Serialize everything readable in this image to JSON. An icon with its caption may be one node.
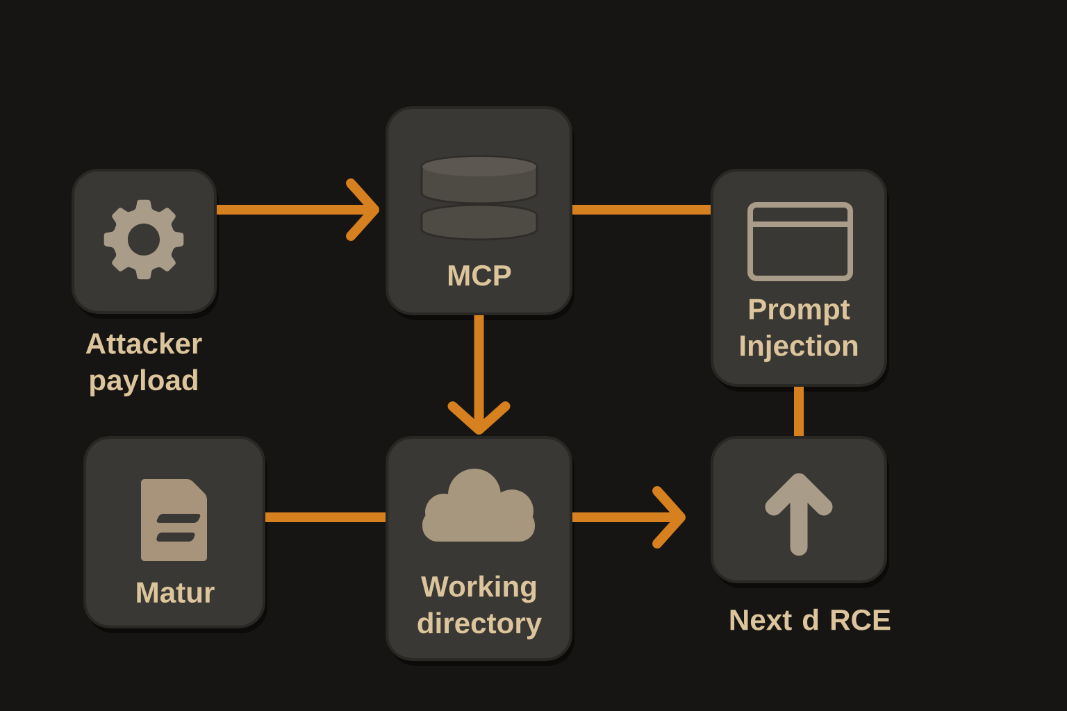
{
  "diagram": {
    "nodes": [
      {
        "text": [
          "Attacker payload"
        ]
      },
      {
        "text": [
          "MCP"
        ]
      },
      {
        "text": [
          "Prompt Injection"
        ]
      },
      {
        "text": [
          "Matur"
        ]
      },
      {
        "text": [
          "Working directory"
        ]
      },
      {
        "text": [
          "Next d RCE"
        ]
      }
    ],
    "edges": [
      {
        "from": 0,
        "to": 1,
        "arrow": "to"
      },
      {
        "from": 1,
        "to": 2,
        "arrow": "none"
      },
      {
        "from": 1,
        "to": 4,
        "arrow": "to"
      },
      {
        "from": 3,
        "to": 4,
        "arrow": "none"
      },
      {
        "from": 4,
        "to": 5,
        "arrow": "to"
      },
      {
        "from": 2,
        "to": 5,
        "arrow": "none"
      }
    ]
  }
}
